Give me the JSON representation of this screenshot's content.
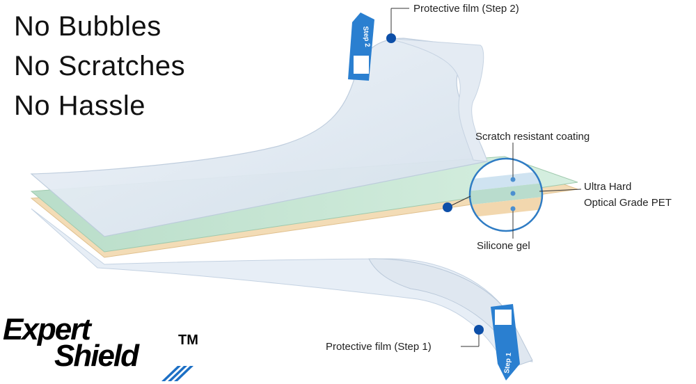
{
  "headlines": [
    "No Bubbles",
    "No Scratches",
    "No Hassle"
  ],
  "labels": {
    "step2": "Protective film (Step 2)",
    "scratch": "Scratch resistant coating",
    "ultra_line1": "Ultra Hard",
    "ultra_line2": "Optical Grade PET",
    "gel": "Silicone gel",
    "step1": "Protective film (Step 1)"
  },
  "tabs": {
    "step2": "Step 2",
    "step1": "Step 1"
  },
  "logo": {
    "line1": "Expert",
    "line2": "Shield",
    "tm": "TM"
  },
  "colors": {
    "accent_blue": "#1c6fc4",
    "dot_blue": "#0d4fa8",
    "film": "#dfe8f2",
    "green_layer": "#c8e6d3",
    "gel_layer": "#f5d9b0"
  }
}
